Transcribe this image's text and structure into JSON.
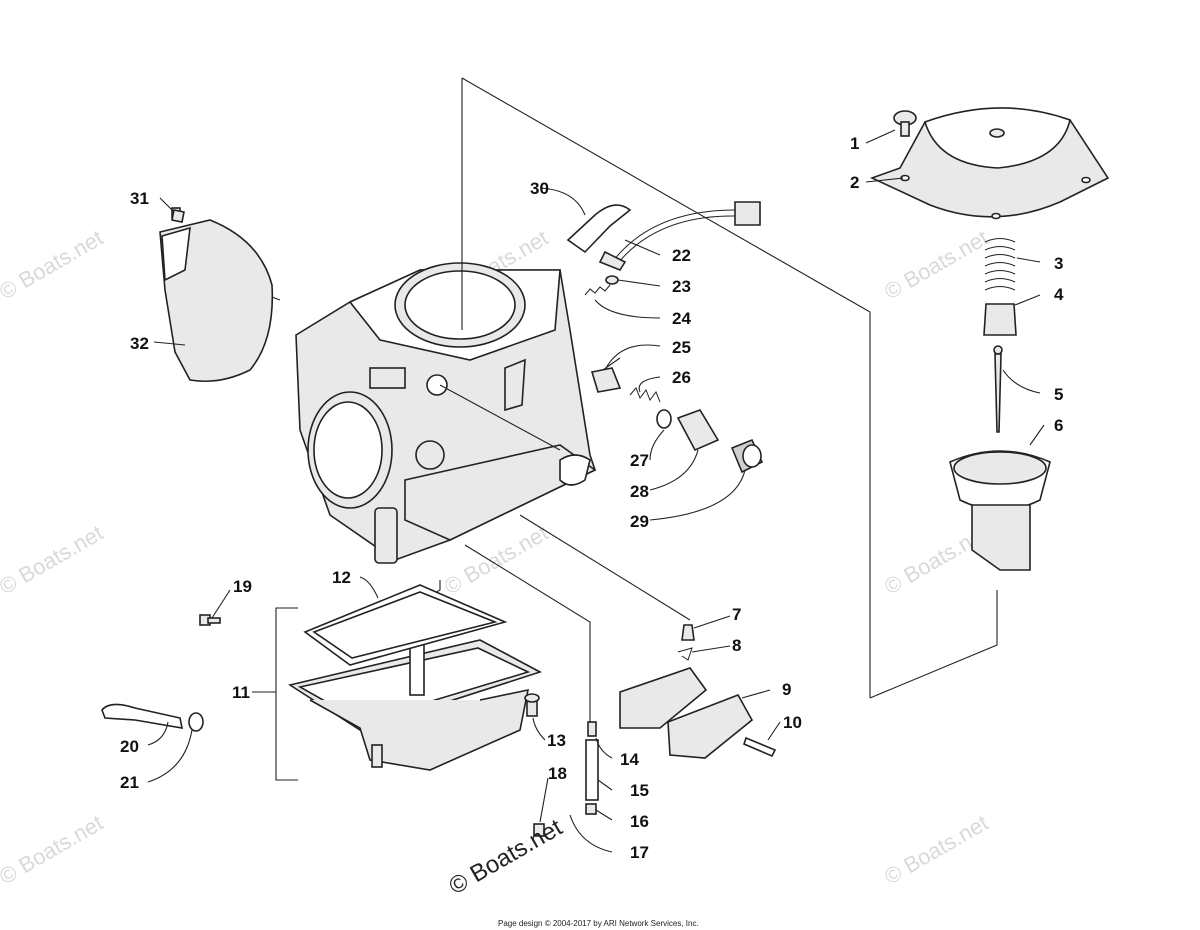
{
  "callouts": [
    {
      "id": "1",
      "label": "1"
    },
    {
      "id": "2",
      "label": "2"
    },
    {
      "id": "3",
      "label": "3"
    },
    {
      "id": "4",
      "label": "4"
    },
    {
      "id": "5",
      "label": "5"
    },
    {
      "id": "6",
      "label": "6"
    },
    {
      "id": "7",
      "label": "7"
    },
    {
      "id": "8",
      "label": "8"
    },
    {
      "id": "9",
      "label": "9"
    },
    {
      "id": "10",
      "label": "10"
    },
    {
      "id": "11",
      "label": "11"
    },
    {
      "id": "12",
      "label": "12"
    },
    {
      "id": "13",
      "label": "13"
    },
    {
      "id": "14",
      "label": "14"
    },
    {
      "id": "15",
      "label": "15"
    },
    {
      "id": "16",
      "label": "16"
    },
    {
      "id": "17",
      "label": "17"
    },
    {
      "id": "18",
      "label": "18"
    },
    {
      "id": "19",
      "label": "19"
    },
    {
      "id": "20",
      "label": "20"
    },
    {
      "id": "21",
      "label": "21"
    },
    {
      "id": "22",
      "label": "22"
    },
    {
      "id": "23",
      "label": "23"
    },
    {
      "id": "24",
      "label": "24"
    },
    {
      "id": "25",
      "label": "25"
    },
    {
      "id": "26",
      "label": "26"
    },
    {
      "id": "27",
      "label": "27"
    },
    {
      "id": "28",
      "label": "28"
    },
    {
      "id": "29",
      "label": "29"
    },
    {
      "id": "30",
      "label": "30"
    },
    {
      "id": "31",
      "label": "31"
    },
    {
      "id": "32",
      "label": "32"
    }
  ],
  "watermark": {
    "faint": "© Boats.net",
    "main": "© Boats.net"
  },
  "footer": {
    "credit": "Page design © 2004-2017 by ARI Network Services, Inc."
  }
}
